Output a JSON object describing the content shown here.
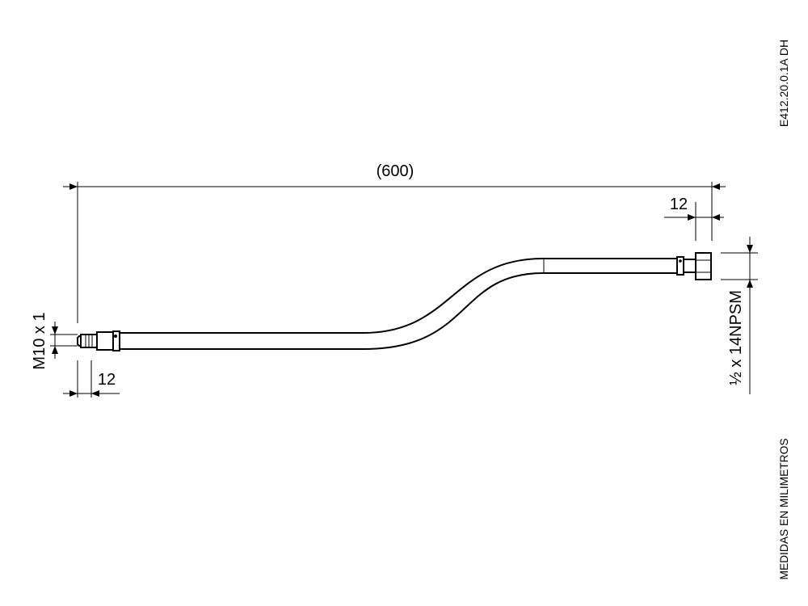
{
  "drawing": {
    "code": "E412.20.0.1A DH",
    "units_note": "MEDIDAS EN MILIMETROS",
    "dimensions": {
      "overall_length": "(600)",
      "right_fitting_length": "12",
      "left_fitting_length": "12",
      "left_thread": "M10 x 1",
      "right_thread": "½ x 14NPSM"
    }
  }
}
